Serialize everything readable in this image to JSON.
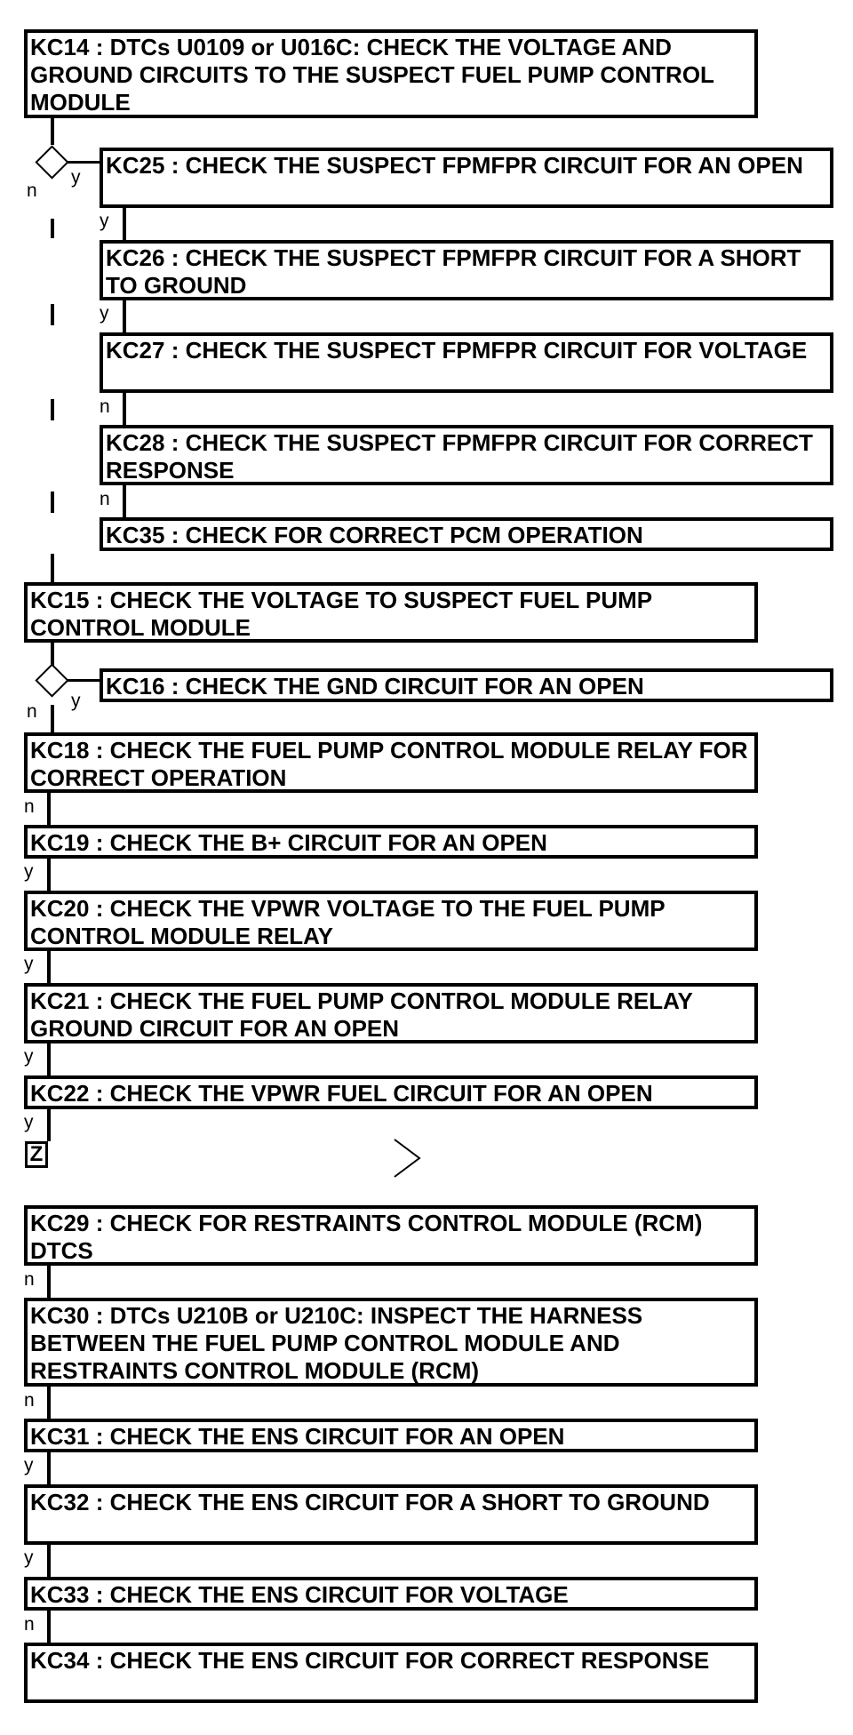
{
  "steps": {
    "kc14": "KC14 : DTCs U0109 or U016C: CHECK THE VOLTAGE AND GROUND CIRCUITS TO THE SUSPECT FUEL PUMP CONTROL MODULE",
    "kc25": "KC25 : CHECK THE SUSPECT FPMFPR CIRCUIT FOR AN OPEN",
    "kc26": "KC26 : CHECK THE SUSPECT FPMFPR CIRCUIT FOR A SHORT TO GROUND",
    "kc27": "KC27 : CHECK THE SUSPECT FPMFPR CIRCUIT FOR VOLTAGE",
    "kc28": "KC28 : CHECK THE SUSPECT FPMFPR CIRCUIT FOR CORRECT RESPONSE",
    "kc35": "KC35 : CHECK FOR CORRECT PCM OPERATION",
    "kc15": "KC15 : CHECK THE VOLTAGE TO SUSPECT FUEL PUMP CONTROL MODULE",
    "kc16": "KC16 : CHECK THE GND CIRCUIT FOR AN OPEN",
    "kc18": "KC18 : CHECK THE FUEL PUMP CONTROL MODULE RELAY FOR CORRECT OPERATION",
    "kc19": "KC19 : CHECK THE B+ CIRCUIT FOR AN OPEN",
    "kc20": "KC20 : CHECK THE VPWR VOLTAGE TO THE FUEL PUMP CONTROL MODULE RELAY",
    "kc21": "KC21 : CHECK THE FUEL PUMP CONTROL MODULE RELAY GROUND CIRCUIT FOR AN OPEN",
    "kc22": "KC22 : CHECK THE VPWR FUEL CIRCUIT FOR AN OPEN",
    "kc29": "KC29 : CHECK FOR RESTRAINTS CONTROL MODULE (RCM) DTCS",
    "kc30": "KC30 : DTCs U210B or U210C: INSPECT THE HARNESS BETWEEN THE FUEL PUMP CONTROL MODULE AND RESTRAINTS CONTROL MODULE (RCM)",
    "kc31": "KC31 : CHECK THE ENS CIRCUIT FOR AN OPEN",
    "kc32": "KC32 : CHECK THE ENS CIRCUIT FOR A SHORT TO GROUND",
    "kc33": "KC33 : CHECK THE ENS CIRCUIT FOR VOLTAGE",
    "kc34": "KC34 : CHECK THE ENS CIRCUIT FOR CORRECT RESPONSE"
  },
  "branch_labels": {
    "yes": "y",
    "no": "n"
  },
  "connector": "Z"
}
